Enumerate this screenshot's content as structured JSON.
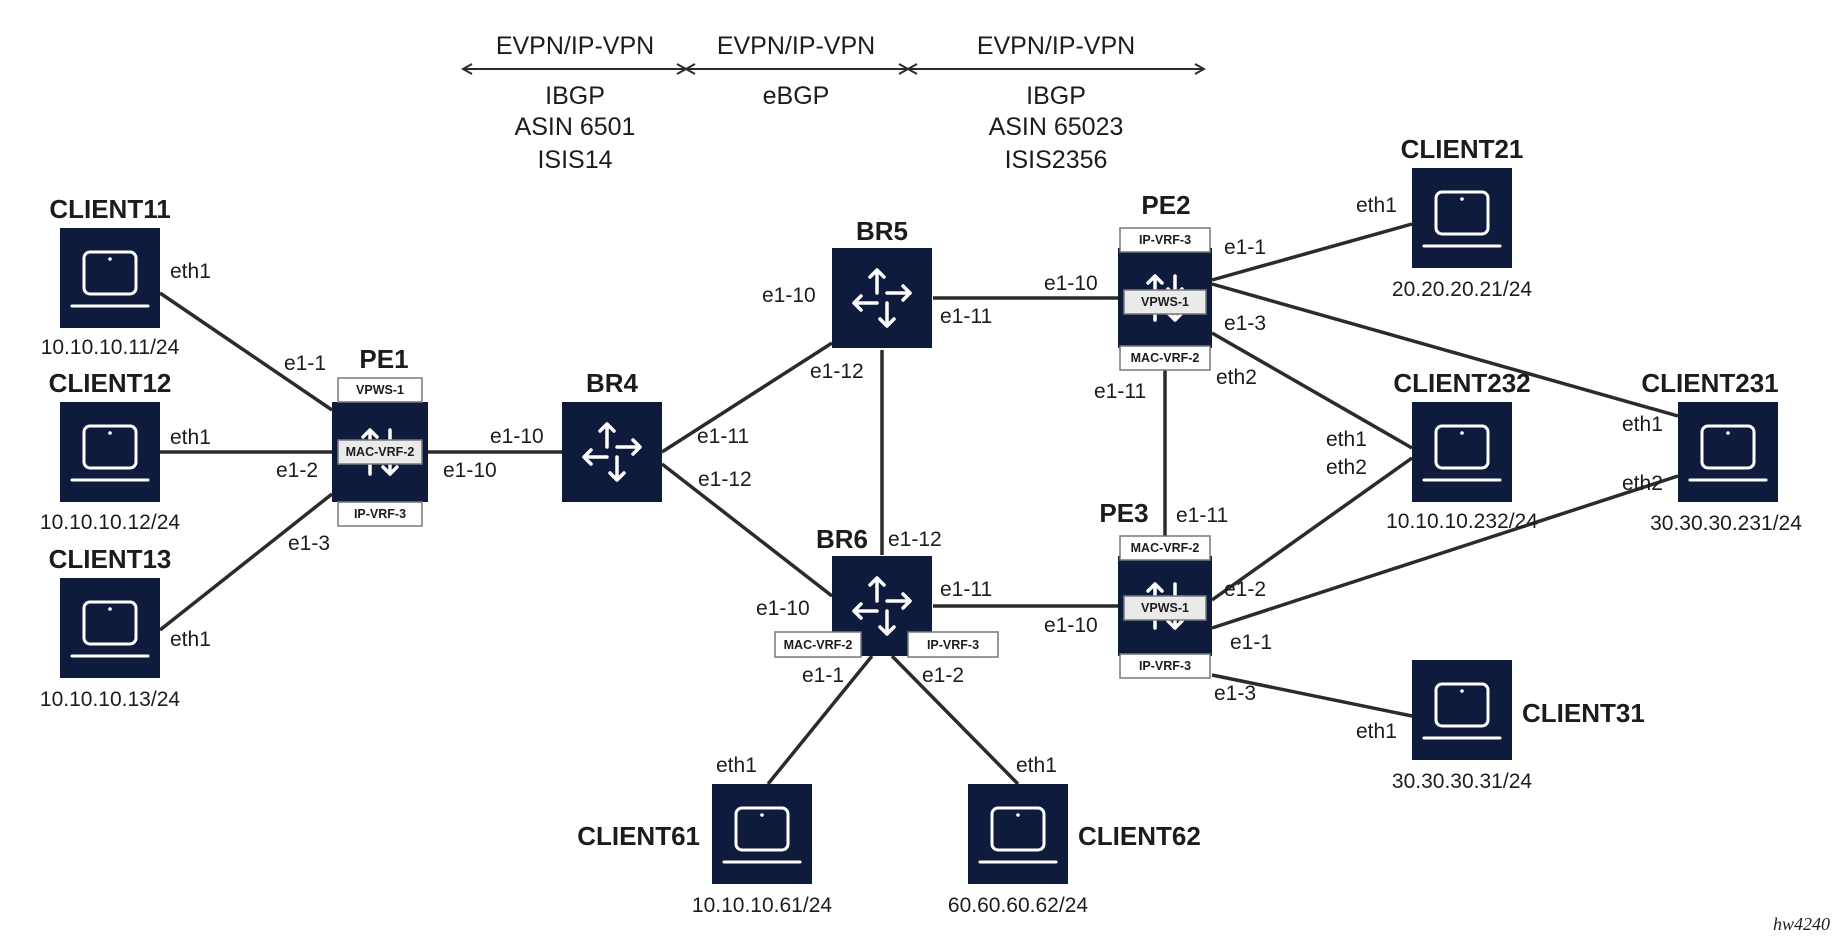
{
  "zones": [
    {
      "id": "z1",
      "proto": "EVPN/IP-VPN",
      "lines": [
        "IBGP",
        "ASIN 6501",
        "ISIS14"
      ]
    },
    {
      "id": "z2",
      "proto": "EVPN/IP-VPN",
      "lines": [
        "eBGP"
      ]
    },
    {
      "id": "z3",
      "proto": "EVPN/IP-VPN",
      "lines": [
        "IBGP",
        "ASIN 65023",
        "ISIS2356"
      ]
    }
  ],
  "nodes": {
    "client11": {
      "name": "CLIENT11",
      "type": "client",
      "ip": "10.10.10.11/24"
    },
    "client12": {
      "name": "CLIENT12",
      "type": "client",
      "ip": "10.10.10.12/24"
    },
    "client13": {
      "name": "CLIENT13",
      "type": "client",
      "ip": "10.10.10.13/24"
    },
    "client21": {
      "name": "CLIENT21",
      "type": "client",
      "ip": "20.20.20.21/24"
    },
    "client232": {
      "name": "CLIENT232",
      "type": "client",
      "ip": "10.10.10.232/24"
    },
    "client231": {
      "name": "CLIENT231",
      "type": "client",
      "ip": "30.30.30.231/24"
    },
    "client31": {
      "name": "CLIENT31",
      "type": "client",
      "ip": "30.30.30.31/24"
    },
    "client61": {
      "name": "CLIENT61",
      "type": "client",
      "ip": "10.10.10.61/24"
    },
    "client62": {
      "name": "CLIENT62",
      "type": "client",
      "ip": "60.60.60.62/24"
    },
    "pe1": {
      "name": "PE1",
      "type": "router",
      "vrfs": {
        "top": "VPWS-1",
        "mid": "MAC-VRF-2",
        "bot": "IP-VRF-3"
      }
    },
    "pe2": {
      "name": "PE2",
      "type": "router",
      "vrfs": {
        "top": "IP-VRF-3",
        "mid": "VPWS-1",
        "bot": "MAC-VRF-2"
      }
    },
    "pe3": {
      "name": "PE3",
      "type": "router",
      "vrfs": {
        "top": "MAC-VRF-2",
        "mid": "VPWS-1",
        "bot": "IP-VRF-3"
      }
    },
    "br4": {
      "name": "BR4",
      "type": "router"
    },
    "br5": {
      "name": "BR5",
      "type": "router"
    },
    "br6": {
      "name": "BR6",
      "type": "router",
      "vrfs": {
        "left": "MAC-VRF-2",
        "right": "IP-VRF-3"
      }
    }
  },
  "links": [
    {
      "id": "client11-pe1",
      "from": "client11",
      "to": "pe1",
      "from_port": "eth1",
      "to_port": "e1-1"
    },
    {
      "id": "client12-pe1",
      "from": "client12",
      "to": "pe1",
      "from_port": "eth1",
      "to_port": "e1-2"
    },
    {
      "id": "client13-pe1",
      "from": "client13",
      "to": "pe1",
      "from_port": "eth1",
      "to_port": "e1-3"
    },
    {
      "id": "pe1-br4",
      "from": "pe1",
      "to": "br4",
      "from_port": "e1-10",
      "to_port": "e1-10"
    },
    {
      "id": "br4-br5",
      "from": "br4",
      "to": "br5",
      "from_port": "e1-11",
      "to_port": "e1-10"
    },
    {
      "id": "br4-br6",
      "from": "br4",
      "to": "br6",
      "from_port": "e1-12",
      "to_port": "e1-10"
    },
    {
      "id": "br5-br6",
      "from": "br5",
      "to": "br6",
      "from_port": "e1-12",
      "to_port": "e1-12"
    },
    {
      "id": "br5-pe2",
      "from": "br5",
      "to": "pe2",
      "from_port": "e1-11",
      "to_port": "e1-10"
    },
    {
      "id": "br6-pe3",
      "from": "br6",
      "to": "pe3",
      "from_port": "e1-11",
      "to_port": "e1-10"
    },
    {
      "id": "pe2-pe3",
      "from": "pe2",
      "to": "pe3",
      "from_port": "e1-11",
      "to_port": "e1-11"
    },
    {
      "id": "pe2-client21",
      "from": "pe2",
      "to": "client21",
      "from_port": "e1-1",
      "to_port": "eth1"
    },
    {
      "id": "pe2-client231",
      "from": "pe2",
      "to": "client231",
      "from_port": "",
      "to_port": "eth1"
    },
    {
      "id": "pe2-client232",
      "from": "pe2",
      "to": "client232",
      "from_port": "e1-3",
      "to_port": "eth1"
    },
    {
      "id": "pe3-client232",
      "from": "pe3",
      "to": "client232",
      "from_port": "e1-2",
      "to_port": "eth2"
    },
    {
      "id": "pe3-client231",
      "from": "pe3",
      "to": "client231",
      "from_port": "e1-1",
      "to_port": "eth2"
    },
    {
      "id": "pe3-client31",
      "from": "pe3",
      "to": "client31",
      "from_port": "e1-3",
      "to_port": "eth1"
    },
    {
      "id": "br6-client61",
      "from": "br6",
      "to": "client61",
      "from_port": "e1-1",
      "to_port": "eth1"
    },
    {
      "id": "br6-client62",
      "from": "br6",
      "to": "client62",
      "from_port": "e1-2",
      "to_port": "eth1"
    }
  ],
  "extra_labels": {
    "pe2_eth2": "eth2"
  },
  "figure_tag": "hw4240"
}
